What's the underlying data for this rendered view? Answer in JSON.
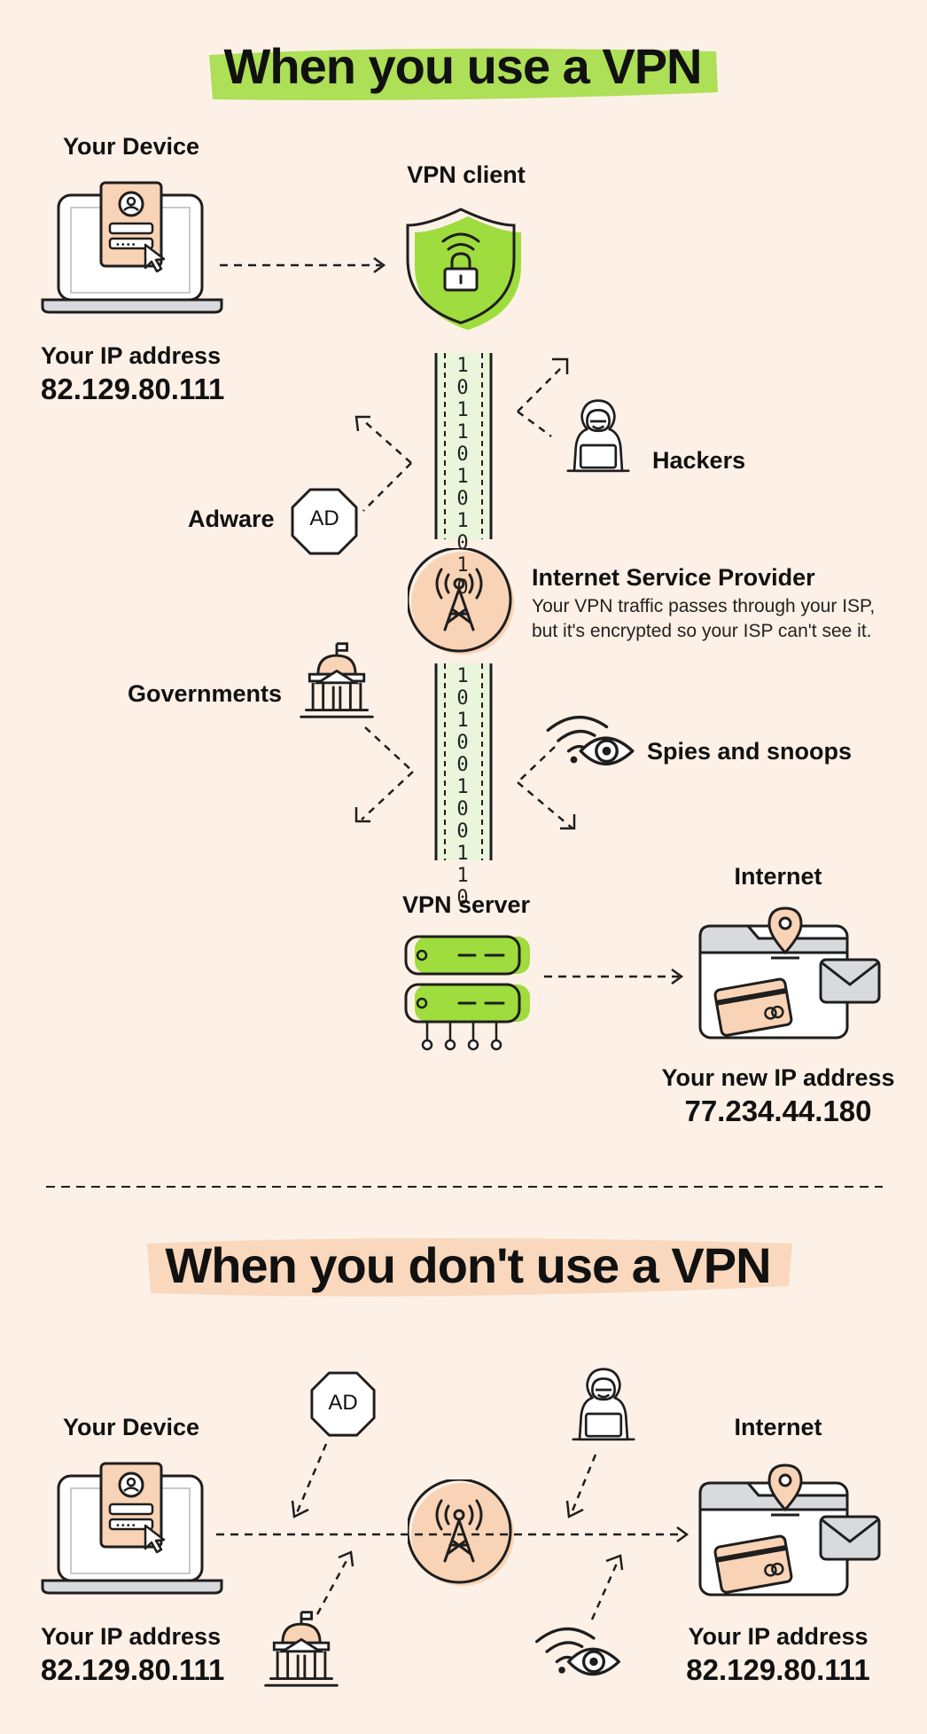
{
  "colors": {
    "background": "#fdf0e6",
    "accent_green": "#9fdc3d",
    "accent_peach": "#f8d3b5",
    "stroke": "#1e1e1e",
    "pipe_fill": "#e9f6dc"
  },
  "vpn_section": {
    "title": "When you use a VPN",
    "device": {
      "label": "Your Device",
      "ip_label": "Your IP address",
      "ip": "82.129.80.111",
      "icon": "laptop-login-icon"
    },
    "vpn_client": {
      "label": "VPN client",
      "icon": "shield-lock-icon"
    },
    "tunnel_top_bits": "10110101010",
    "tunnel_bottom_bits": "10100100110",
    "hackers": {
      "label": "Hackers",
      "icon": "hacker-icon"
    },
    "adware": {
      "label": "Adware",
      "icon_text": "AD"
    },
    "isp": {
      "title": "Internet Service Provider",
      "desc_line1": "Your VPN traffic passes through your ISP,",
      "desc_line2": "but it's encrypted so your ISP can't see it.",
      "icon": "antenna-tower-icon"
    },
    "governments": {
      "label": "Governments",
      "icon": "government-building-icon"
    },
    "spies": {
      "label": "Spies and snoops",
      "icon": "wifi-eye-icon"
    },
    "vpn_server": {
      "label": "VPN server",
      "icon": "server-rack-icon"
    },
    "internet": {
      "label": "Internet",
      "ip_label": "Your new IP address",
      "ip": "77.234.44.180",
      "icon": "browser-window-icon"
    }
  },
  "no_vpn_section": {
    "title": "When you don't use a VPN",
    "device": {
      "label": "Your Device",
      "ip_label": "Your IP address",
      "ip": "82.129.80.111"
    },
    "ad_icon_text": "AD",
    "internet": {
      "label": "Internet",
      "ip_label": "Your IP address",
      "ip": "82.129.80.111"
    }
  }
}
